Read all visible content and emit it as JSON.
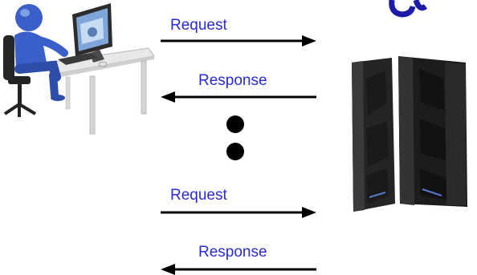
{
  "colors": {
    "label_text": "#2a2ad6",
    "arrow": "#000000",
    "person": "#3a5fc8",
    "server": "#1c1c1c"
  },
  "messages": [
    {
      "direction": "request",
      "label": "Request"
    },
    {
      "direction": "response",
      "label": "Response"
    },
    {
      "direction": "request",
      "label": "Request"
    },
    {
      "direction": "response",
      "label": "Response"
    }
  ],
  "icons": {
    "client": "user-at-computer-icon",
    "server": "mainframe-server-icon",
    "continuation": "vertical-ellipsis-dots"
  }
}
